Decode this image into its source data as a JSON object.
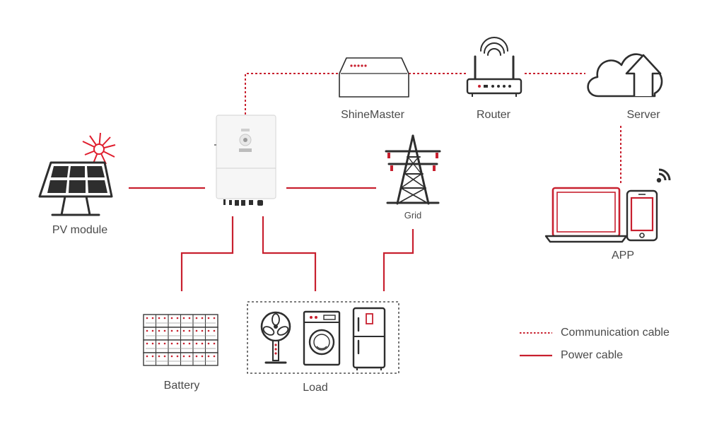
{
  "labels": {
    "pv_module": "PV module",
    "shinemaster": "ShineMaster",
    "router": "Router",
    "server": "Server",
    "grid": "Grid",
    "app": "APP",
    "battery": "Battery",
    "load": "Load"
  },
  "legend": {
    "communication": "Communication cable",
    "power": "Power cable"
  },
  "colors": {
    "accent": "#c8202f",
    "line": "#c8202f",
    "icon_stroke": "#2e2e2e",
    "sun": "#e01e2e"
  },
  "icons": [
    "solar-panel-icon",
    "inverter-icon",
    "shinemaster-icon",
    "router-icon",
    "cloud-upload-icon",
    "transmission-tower-icon",
    "laptop-icon",
    "phone-icon",
    "wifi-icon",
    "battery-bank-icon",
    "fan-icon",
    "washing-machine-icon",
    "refrigerator-icon"
  ]
}
